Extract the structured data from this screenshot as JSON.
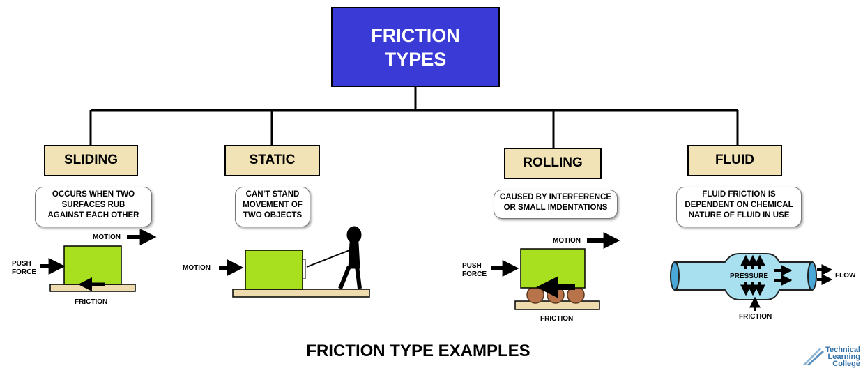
{
  "title": "FRICTION\nTYPES",
  "types": [
    {
      "label": "SLIDING",
      "desc": "OCCURS WHEN TWO\nSURFACES RUB\nAGAINST EACH OTHER"
    },
    {
      "label": "STATIC",
      "desc": "CAN'T STAND\nMOVEMENT OF\nTWO OBJECTS"
    },
    {
      "label": "ROLLING",
      "desc": "CAUSED BY INTERFERENCE\nOR SMALL IMDENTATIONS"
    },
    {
      "label": "FLUID",
      "desc": "FLUID FRICTION IS\nDEPENDENT ON CHEMICAL\nNATURE OF FLUID IN USE"
    }
  ],
  "labels": {
    "motion": "MOTION",
    "push_force": "PUSH\nFORCE",
    "friction": "FRICTION",
    "pressure": "PRESSURE",
    "flow": "FLOW"
  },
  "footer": "FRICTION TYPE EXAMPLES",
  "logo": "Technical\nLearning\nCollege",
  "colors": {
    "title_box": "#3a3ad6",
    "type_box": "#f2e3b6",
    "block": "#a8e020",
    "ground": "#eedcae",
    "roller": "#b8734a",
    "fluid": "#a8e0f0",
    "logo": "#2e6fa8"
  }
}
